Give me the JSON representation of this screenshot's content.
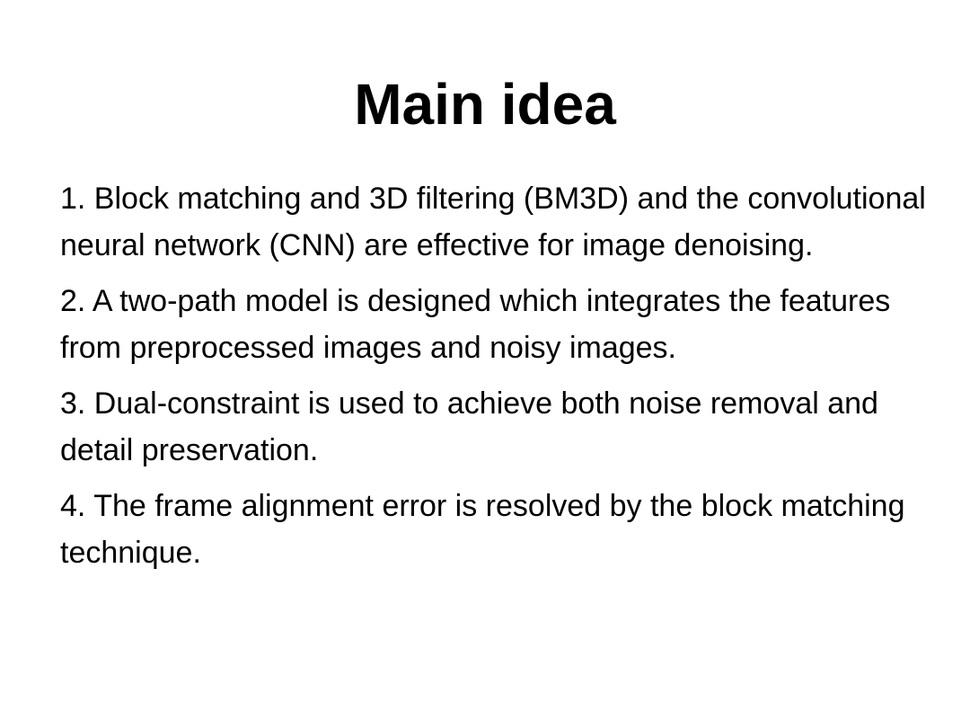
{
  "slide": {
    "title": "Main idea",
    "points": [
      "1. Block matching and 3D filtering (BM3D) and the convolutional neural network (CNN) are effective for image denoising.",
      "2. A two-path model is designed which integrates the features from preprocessed images and noisy images.",
      "3. Dual-constraint is used to achieve both noise removal and detail preservation.",
      "4. The frame alignment error is resolved by the block matching technique."
    ]
  }
}
